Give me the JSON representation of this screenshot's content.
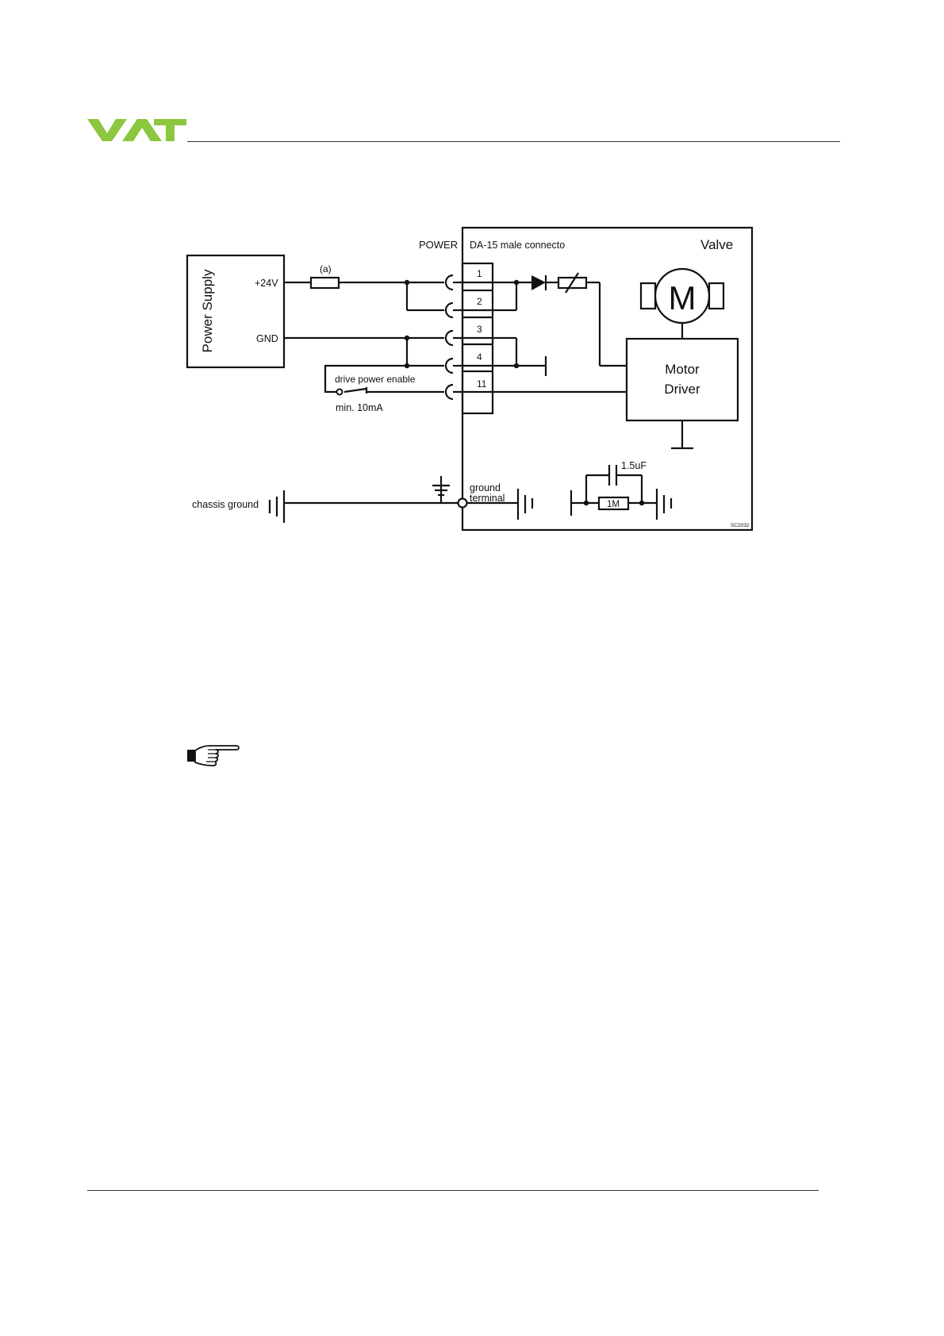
{
  "diagram": {
    "power_supply": {
      "label": "Power Supply",
      "plus24v": "+24V",
      "gnd": "GND"
    },
    "fuse_label": "(a)",
    "power_label": "POWER",
    "connector_label": "DA-15 male connecto",
    "valve_label": "Valve",
    "pins": [
      "1",
      "2",
      "3",
      "4",
      "11"
    ],
    "drive_enable": {
      "label": "drive power enable",
      "current": "min. 10mA"
    },
    "motor": {
      "symbol": "M",
      "driver_line1": "Motor",
      "driver_line2": "Driver"
    },
    "ground": {
      "chassis": "chassis ground",
      "terminal_line1": "ground",
      "terminal_line2": "terminal"
    },
    "rc": {
      "capacitor": "1.5uF",
      "resistor": "1M"
    },
    "drawing_code": "SC2032"
  },
  "colors": {
    "logo_green": "#8dc63f",
    "line": "#111111"
  },
  "icons": {
    "note": "pointing-hand-icon",
    "logo": "vat-logo"
  }
}
